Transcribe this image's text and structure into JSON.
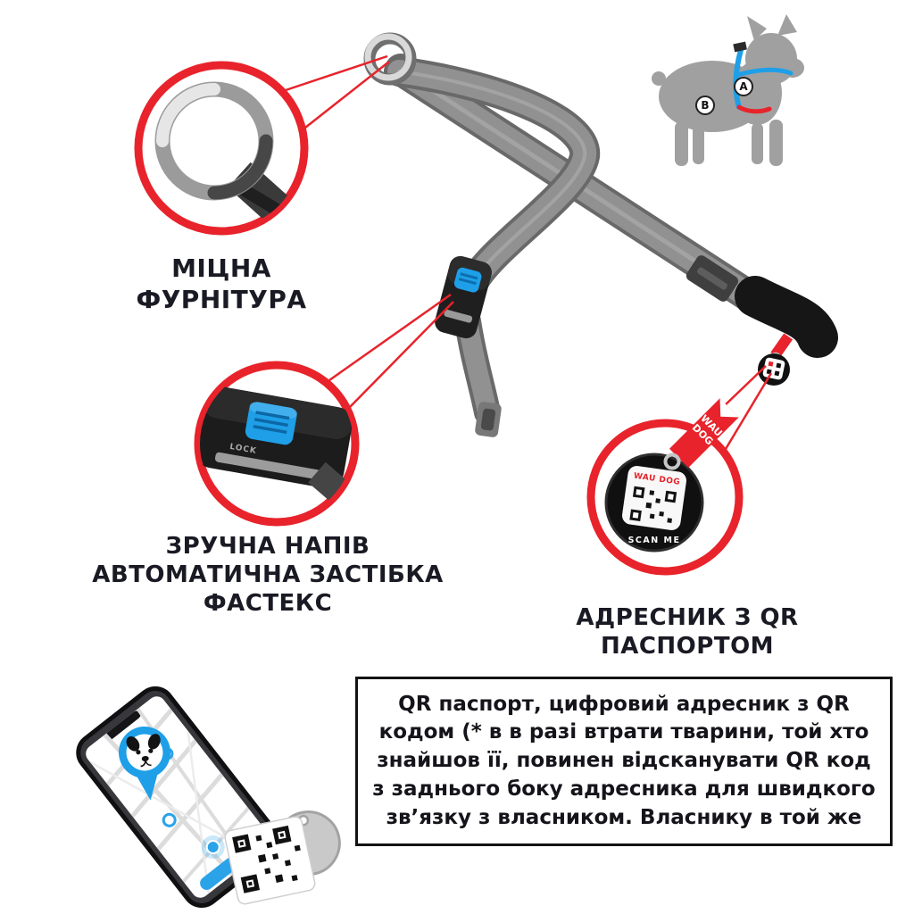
{
  "brand_colors": {
    "accent_red": "#e8232b",
    "accent_blue": "#1e9fe8",
    "strap_gray": "#8f8f8f"
  },
  "callout_hardware": {
    "lines": [
      "МІЦНА",
      "ФУРНІТУРА"
    ]
  },
  "callout_buckle": {
    "lines": [
      "ЗРУЧНА НАПІВ",
      "АВТОМАТИЧНА ЗАСТІБКА",
      "ФАСТЕКС"
    ],
    "buckle_lock_text": "LOCK"
  },
  "callout_qr": {
    "lines": [
      "АДРЕСНИК З QR",
      "ПАСПОРТОМ"
    ],
    "ribbon": [
      "WAU",
      "DOG"
    ],
    "tag_brand": "WAU DOG",
    "tag_scan_text": "SCAN ME"
  },
  "size_diagram": {
    "marker_a": "A",
    "marker_b": "B"
  },
  "description_box": {
    "lines": [
      "QR паспорт, цифровий адресник з QR",
      "кодом (* в в разі втрати тварини, той хто",
      "знайшов її, повинен відсканувати QR код",
      "з заднього боку адресника для швидкого",
      "зв’язку з власником. Власнику в той же"
    ]
  }
}
